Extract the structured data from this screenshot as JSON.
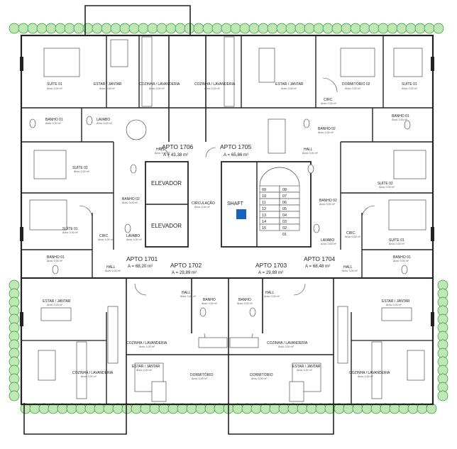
{
  "rooms": {
    "suite_01_tl": {
      "name": "SUÍTE 01",
      "area": "Área: 0,00 m²"
    },
    "estar_tl": {
      "name": "ESTAR / JANTAR",
      "area": "Área: 0,00 m²"
    },
    "coz_tl": {
      "name": "COZINHA / LAVANDERIA",
      "area": "Área: 0,00 m²"
    },
    "coz_tr": {
      "name": "COZINHA / LAVANDERIA",
      "area": "Área: 0,00 m²"
    },
    "estar_tr": {
      "name": "ESTAR / JANTAR",
      "area": "Área: 0,00 m²"
    },
    "dorm_02_tr": {
      "name": "DORMITÓRIO 02",
      "area": "Área: 0,00 m²"
    },
    "suite_01_tr": {
      "name": "SUÍTE 01",
      "area": "Área: 0,00 m²"
    },
    "circ_tr": {
      "name": "CIRC.",
      "area": "Área: 0,00 m²"
    },
    "banho01_l": {
      "name": "BANHO 01",
      "area": "Área: 0,00 m²"
    },
    "lavabo_l": {
      "name": "LAVABO",
      "area": "Área: 0,00 m²"
    },
    "banho02_tr": {
      "name": "BANHO 02",
      "area": "Área: 0,00 m²"
    },
    "banho01_r": {
      "name": "BANHO 01",
      "area": "Área: 0,00 m²"
    },
    "hall_l": {
      "name": "HALL",
      "area": "Área: 0,00 m²"
    },
    "hall_r": {
      "name": "HALL",
      "area": "Área: 0,00 m²"
    },
    "suite02_l": {
      "name": "SUÍTE 02",
      "area": "Área: 0,00 m²"
    },
    "suite02_r": {
      "name": "SUÍTE 02",
      "area": "Área: 0,00 m²"
    },
    "banho02_l": {
      "name": "BANHO 02",
      "area": "Área: 0,00 m²"
    },
    "banho02_r": {
      "name": "BANHO 02",
      "area": "Área: 0,00 m²"
    },
    "suite01_ml": {
      "name": "SUÍTE 01",
      "area": "Área: 0,00 m²"
    },
    "suite01_mr": {
      "name": "SUÍTE 01",
      "area": "Área: 0,00 m²"
    },
    "circ_ml": {
      "name": "CIRC.",
      "area": "Área: 0,00 m²"
    },
    "circ_mr": {
      "name": "CIRC.",
      "area": "Área: 0,00 m²"
    },
    "lavabo_ml": {
      "name": "LAVABO",
      "area": "Área: 0,00 m²"
    },
    "lavabo_mr": {
      "name": "LAVABO",
      "area": "Área: 0,00 m²"
    },
    "banho01_ml": {
      "name": "BANHO 01",
      "area": "Área: 0,00 m²"
    },
    "banho01_mr": {
      "name": "BANHO 01",
      "area": "Área: 0,00 m²"
    },
    "hall_ml": {
      "name": "HALL",
      "area": "Área: 0,00 m²"
    },
    "hall_mr": {
      "name": "HALL",
      "area": "Área: 0,00 m²"
    },
    "hall_bl": {
      "name": "HALL",
      "area": "Área: 0,00 m²"
    },
    "hall_br": {
      "name": "HALL",
      "area": "Área: 0,00 m²"
    },
    "banho_bl": {
      "name": "BANHO",
      "area": "Área: 0,00 m²"
    },
    "banho_br": {
      "name": "BANHO",
      "area": "Área: 0,00 m²"
    },
    "estar_bl": {
      "name": "ESTAR / JANTAR",
      "area": "Área: 0,00 m²"
    },
    "estar_br": {
      "name": "ESTAR / JANTAR",
      "area": "Área: 0,00 m²"
    },
    "coz_bl": {
      "name": "COZINHA / LAVANDERIA",
      "area": "Área: 0,00 m²"
    },
    "coz_br": {
      "name": "COZINHA / LAVANDERIA",
      "area": "Área: 0,00 m²"
    },
    "coz_bcl": {
      "name": "COZINHA / LAVANDERIA",
      "area": "Área: 0,00 m²"
    },
    "coz_bcr": {
      "name": "COZINHA / LAVANDERIA",
      "area": "Área: 0,00 m²"
    },
    "estar_bcl": {
      "name": "ESTAR / JANTAR",
      "area": "Área: 0,00 m²"
    },
    "estar_bcr": {
      "name": "ESTAR / JANTAR",
      "area": "Área: 0,00 m²"
    },
    "dorm_bcl": {
      "name": "DORMITÓRIO",
      "area": "Área: 0,00 m²"
    },
    "dorm_bcr": {
      "name": "DORMITÓRIO",
      "area": "Área: 0,00 m²"
    }
  },
  "core": {
    "elevator_1": "ELEVADOR",
    "elevator_2": "ELEVADOR",
    "shaft": "SHAFT",
    "circulation": "CIRCULAÇÃO",
    "circulation_area": "Área: 0,00 m²",
    "stairs": [
      "09",
      "10",
      "11",
      "12",
      "13",
      "14",
      "15",
      "08",
      "07",
      "06",
      "05",
      "04",
      "03",
      "02",
      "01"
    ]
  },
  "apartments": {
    "a1706": {
      "name": "APTO 1706",
      "area": "A = 43,38 m²"
    },
    "a1705": {
      "name": "APTO 1705",
      "area": "A = 65,86 m²"
    },
    "a1701": {
      "name": "APTO 1701",
      "area": "A = 68,20 m²"
    },
    "a1702": {
      "name": "APTO 1702",
      "area": "A = 29,89 m²"
    },
    "a1703": {
      "name": "APTO 1703",
      "area": "A = 29,89 m²"
    },
    "a1704": {
      "name": "APTO 1704",
      "area": "A = 68,48 m²"
    }
  },
  "colors": {
    "wall": "#222222",
    "tree_fill": "#bfe8b6",
    "tree_stroke": "#2a9d2a",
    "shaft_marker": "#1565c0"
  }
}
